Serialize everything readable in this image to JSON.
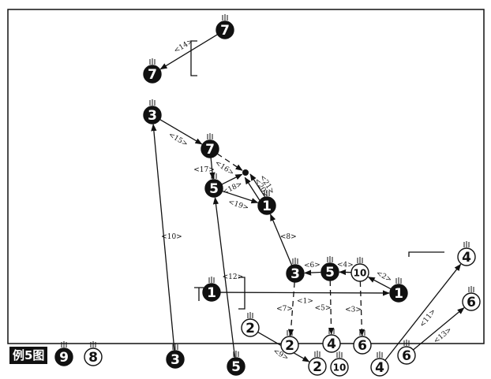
{
  "caption": "例5图",
  "players": [
    {
      "id": "d7a",
      "label": "7",
      "style": "filled"
    },
    {
      "id": "d7b",
      "label": "7",
      "style": "filled"
    },
    {
      "id": "d3a",
      "label": "3",
      "style": "filled"
    },
    {
      "id": "d7c",
      "label": "7",
      "style": "filled"
    },
    {
      "id": "d5a",
      "label": "5",
      "style": "filled"
    },
    {
      "id": "d1a",
      "label": "1",
      "style": "filled"
    },
    {
      "id": "d3b",
      "label": "3",
      "style": "filled"
    },
    {
      "id": "d5b",
      "label": "5",
      "style": "filled"
    },
    {
      "id": "d10a",
      "label": "10",
      "style": "outline"
    },
    {
      "id": "d1b",
      "label": "1",
      "style": "filled"
    },
    {
      "id": "d1c",
      "label": "1",
      "style": "filled"
    },
    {
      "id": "o4a",
      "label": "4",
      "style": "outline"
    },
    {
      "id": "o6a",
      "label": "6",
      "style": "outline"
    },
    {
      "id": "o2a",
      "label": "2",
      "style": "outline"
    },
    {
      "id": "o2b",
      "label": "2",
      "style": "outline"
    },
    {
      "id": "o4b",
      "label": "4",
      "style": "outline"
    },
    {
      "id": "o6b",
      "label": "6",
      "style": "outline"
    },
    {
      "id": "o6c",
      "label": "6",
      "style": "outline"
    },
    {
      "id": "o3",
      "label": "3",
      "style": "filled"
    },
    {
      "id": "o5",
      "label": "5",
      "style": "filled"
    },
    {
      "id": "o2c",
      "label": "2",
      "style": "outline"
    },
    {
      "id": "o10",
      "label": "10",
      "style": "outline"
    },
    {
      "id": "o4c",
      "label": "4",
      "style": "outline"
    },
    {
      "id": "o9",
      "label": "9",
      "style": "filled"
    },
    {
      "id": "o8",
      "label": "8",
      "style": "outline"
    }
  ],
  "moves": [
    {
      "label": "<1>",
      "from": "d1b",
      "to": "d1c",
      "kind": "solid"
    },
    {
      "label": "<2>",
      "from": "d1c",
      "to": "d10a",
      "kind": "solid"
    },
    {
      "label": "<3>",
      "from": "d10a",
      "to": "o6a",
      "kind": "dashed"
    },
    {
      "label": "<4>",
      "from": "d10a",
      "to": "d5b",
      "kind": "solid"
    },
    {
      "label": "<5>",
      "from": "d5b",
      "to": "o4b",
      "kind": "dashed"
    },
    {
      "label": "<6>",
      "from": "d5b",
      "to": "d3b",
      "kind": "solid"
    },
    {
      "label": "<7>",
      "from": "d3b",
      "to": "o2b",
      "kind": "dashed"
    },
    {
      "label": "<8>",
      "from": "d3b",
      "to": "d1a",
      "kind": "solid"
    },
    {
      "label": "<9>",
      "from": "o2a",
      "to": "o2c",
      "kind": "solid"
    },
    {
      "label": "<10>",
      "from": "o3",
      "to": "d3a",
      "kind": "solid"
    },
    {
      "label": "<11>",
      "from": "o4c",
      "to": "o4a",
      "kind": "solid"
    },
    {
      "label": "<12>",
      "from": "o5",
      "to": "d5a",
      "kind": "solid"
    },
    {
      "label": "<13>",
      "from": "o6c",
      "to": "o6b",
      "kind": "solid"
    },
    {
      "label": "<14>",
      "from": "d7a",
      "to": "d7b",
      "kind": "solid"
    },
    {
      "label": "<15>",
      "from": "d3a",
      "to": "d7c",
      "kind": "solid"
    },
    {
      "label": "<16>",
      "from": "d7c",
      "to": "ball",
      "kind": "dashed"
    },
    {
      "label": "<17>",
      "from": "d7c",
      "to": "d5a",
      "kind": "solid"
    },
    {
      "label": "<18>",
      "from": "d5a",
      "to": "ball",
      "kind": "solid"
    },
    {
      "label": "<19>",
      "from": "d5a",
      "to": "d1a",
      "kind": "solid"
    },
    {
      "label": "<20>",
      "from": "d1a",
      "to": "ball",
      "kind": "solid"
    },
    {
      "label": "<21>",
      "from": "d1a",
      "to": "ball",
      "kind": "solid"
    }
  ]
}
